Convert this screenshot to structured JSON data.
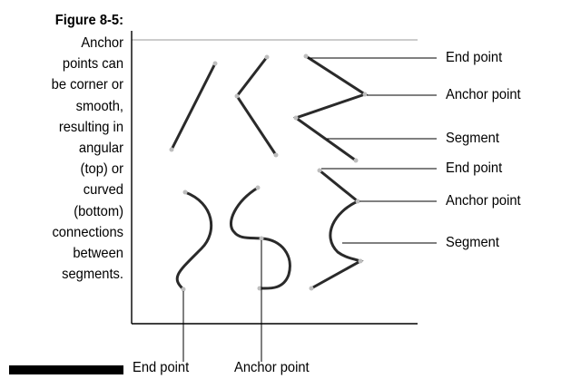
{
  "figure": {
    "number_label": "Figure 8-5:",
    "caption_lines": [
      "Anchor",
      "points can",
      "be corner or",
      "smooth,",
      "resulting in",
      "angular",
      "(top) or",
      "curved",
      "(bottom)",
      "connections",
      "between",
      "segments."
    ]
  },
  "callouts": {
    "top": {
      "end_point": "End point",
      "anchor_point": "Anchor point",
      "segment": "Segment"
    },
    "bottom_right": {
      "end_point": "End point",
      "anchor_point": "Anchor point",
      "segment": "Segment"
    },
    "bottom": {
      "end_point": "End point",
      "anchor_point": "Anchor point"
    }
  },
  "colors": {
    "ink": "#000000",
    "path_stroke": "#2a2a2a",
    "point_fill": "#bdbdbd",
    "frame": "#000000",
    "top_rule": "#9a9a9a"
  }
}
